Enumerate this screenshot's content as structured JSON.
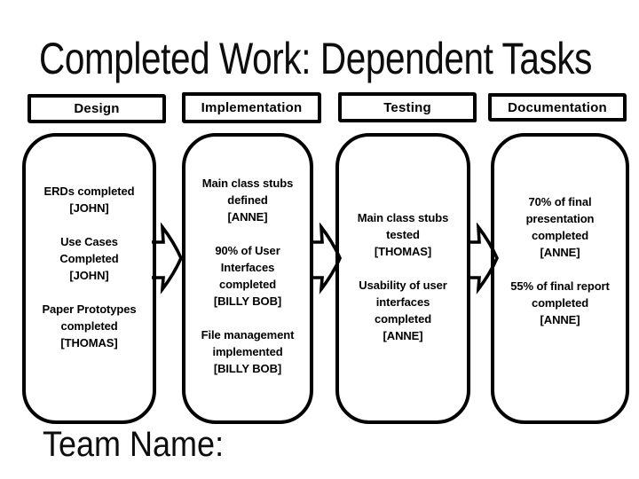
{
  "slide": {
    "title": "Completed Work: Dependent Tasks",
    "footer_label": "Team Name:"
  },
  "columns": [
    {
      "header": "Design",
      "groups": [
        [
          "ERDs completed",
          "[JOHN]"
        ],
        [
          "Use Cases",
          "Completed",
          "[JOHN]"
        ],
        [
          "Paper Prototypes",
          "completed",
          "[THOMAS]"
        ]
      ]
    },
    {
      "header": "Implementation",
      "groups": [
        [
          "Main class stubs",
          "defined",
          "[ANNE]"
        ],
        [
          "90% of User",
          "Interfaces",
          "completed",
          "[BILLY BOB]"
        ],
        [
          "File management",
          "implemented",
          "[BILLY BOB]"
        ]
      ]
    },
    {
      "header": "Testing",
      "groups": [
        [
          "Main class stubs",
          "tested",
          "[THOMAS]"
        ],
        [
          "Usability of user",
          "interfaces",
          "completed",
          "[ANNE]"
        ]
      ]
    },
    {
      "header": "Documentation",
      "groups": [
        [
          "70% of final",
          "presentation",
          "completed",
          "[ANNE]"
        ],
        [
          "55% of final report",
          "completed",
          "[ANNE]"
        ]
      ]
    }
  ],
  "arrows": {
    "count": 3,
    "direction": "right",
    "icon": "flow-arrow-right-icon"
  },
  "colors": {
    "ink": "#000000",
    "background": "#ffffff"
  }
}
